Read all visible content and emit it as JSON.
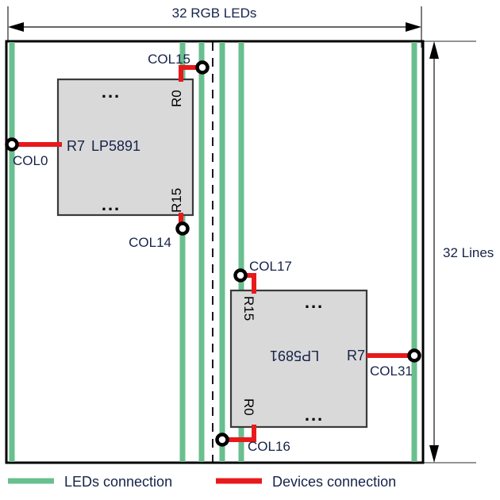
{
  "diagram": {
    "title_top": "32 RGB LEDs",
    "title_right": "32 Lines",
    "colors": {
      "led_connection": "#6abf8f",
      "device_connection": "#e8191b",
      "chip_fill": "#d9d9d9",
      "chip_stroke": "#3a3a3a",
      "border": "#000000",
      "text": "#16234a"
    }
  },
  "chips": [
    {
      "id": "chip-top-left",
      "part_name": "LP5891",
      "pins": {
        "left": "R7",
        "top_right": "R0",
        "bottom_right": "R15"
      },
      "dots_top": "...",
      "dots_bottom": "...",
      "rotated": false
    },
    {
      "id": "chip-bottom-right",
      "part_name": "LP5891",
      "pins": {
        "right": "R7",
        "top_left": "R15",
        "bottom_left": "R0"
      },
      "dots_top": "...",
      "dots_bottom": "...",
      "rotated": true
    }
  ],
  "nodes": [
    {
      "id": "node-col0",
      "label": "COL0"
    },
    {
      "id": "node-col15",
      "label": "COL15"
    },
    {
      "id": "node-col14",
      "label": "COL14"
    },
    {
      "id": "node-col17",
      "label": "COL17"
    },
    {
      "id": "node-col31",
      "label": "COL31"
    },
    {
      "id": "node-col16",
      "label": "COL16"
    }
  ],
  "legend": {
    "items": [
      {
        "id": "legend-leds",
        "label": "LEDs connection",
        "color": "#6abf8f"
      },
      {
        "id": "legend-devices",
        "label": "Devices connection",
        "color": "#e8191b"
      }
    ]
  }
}
